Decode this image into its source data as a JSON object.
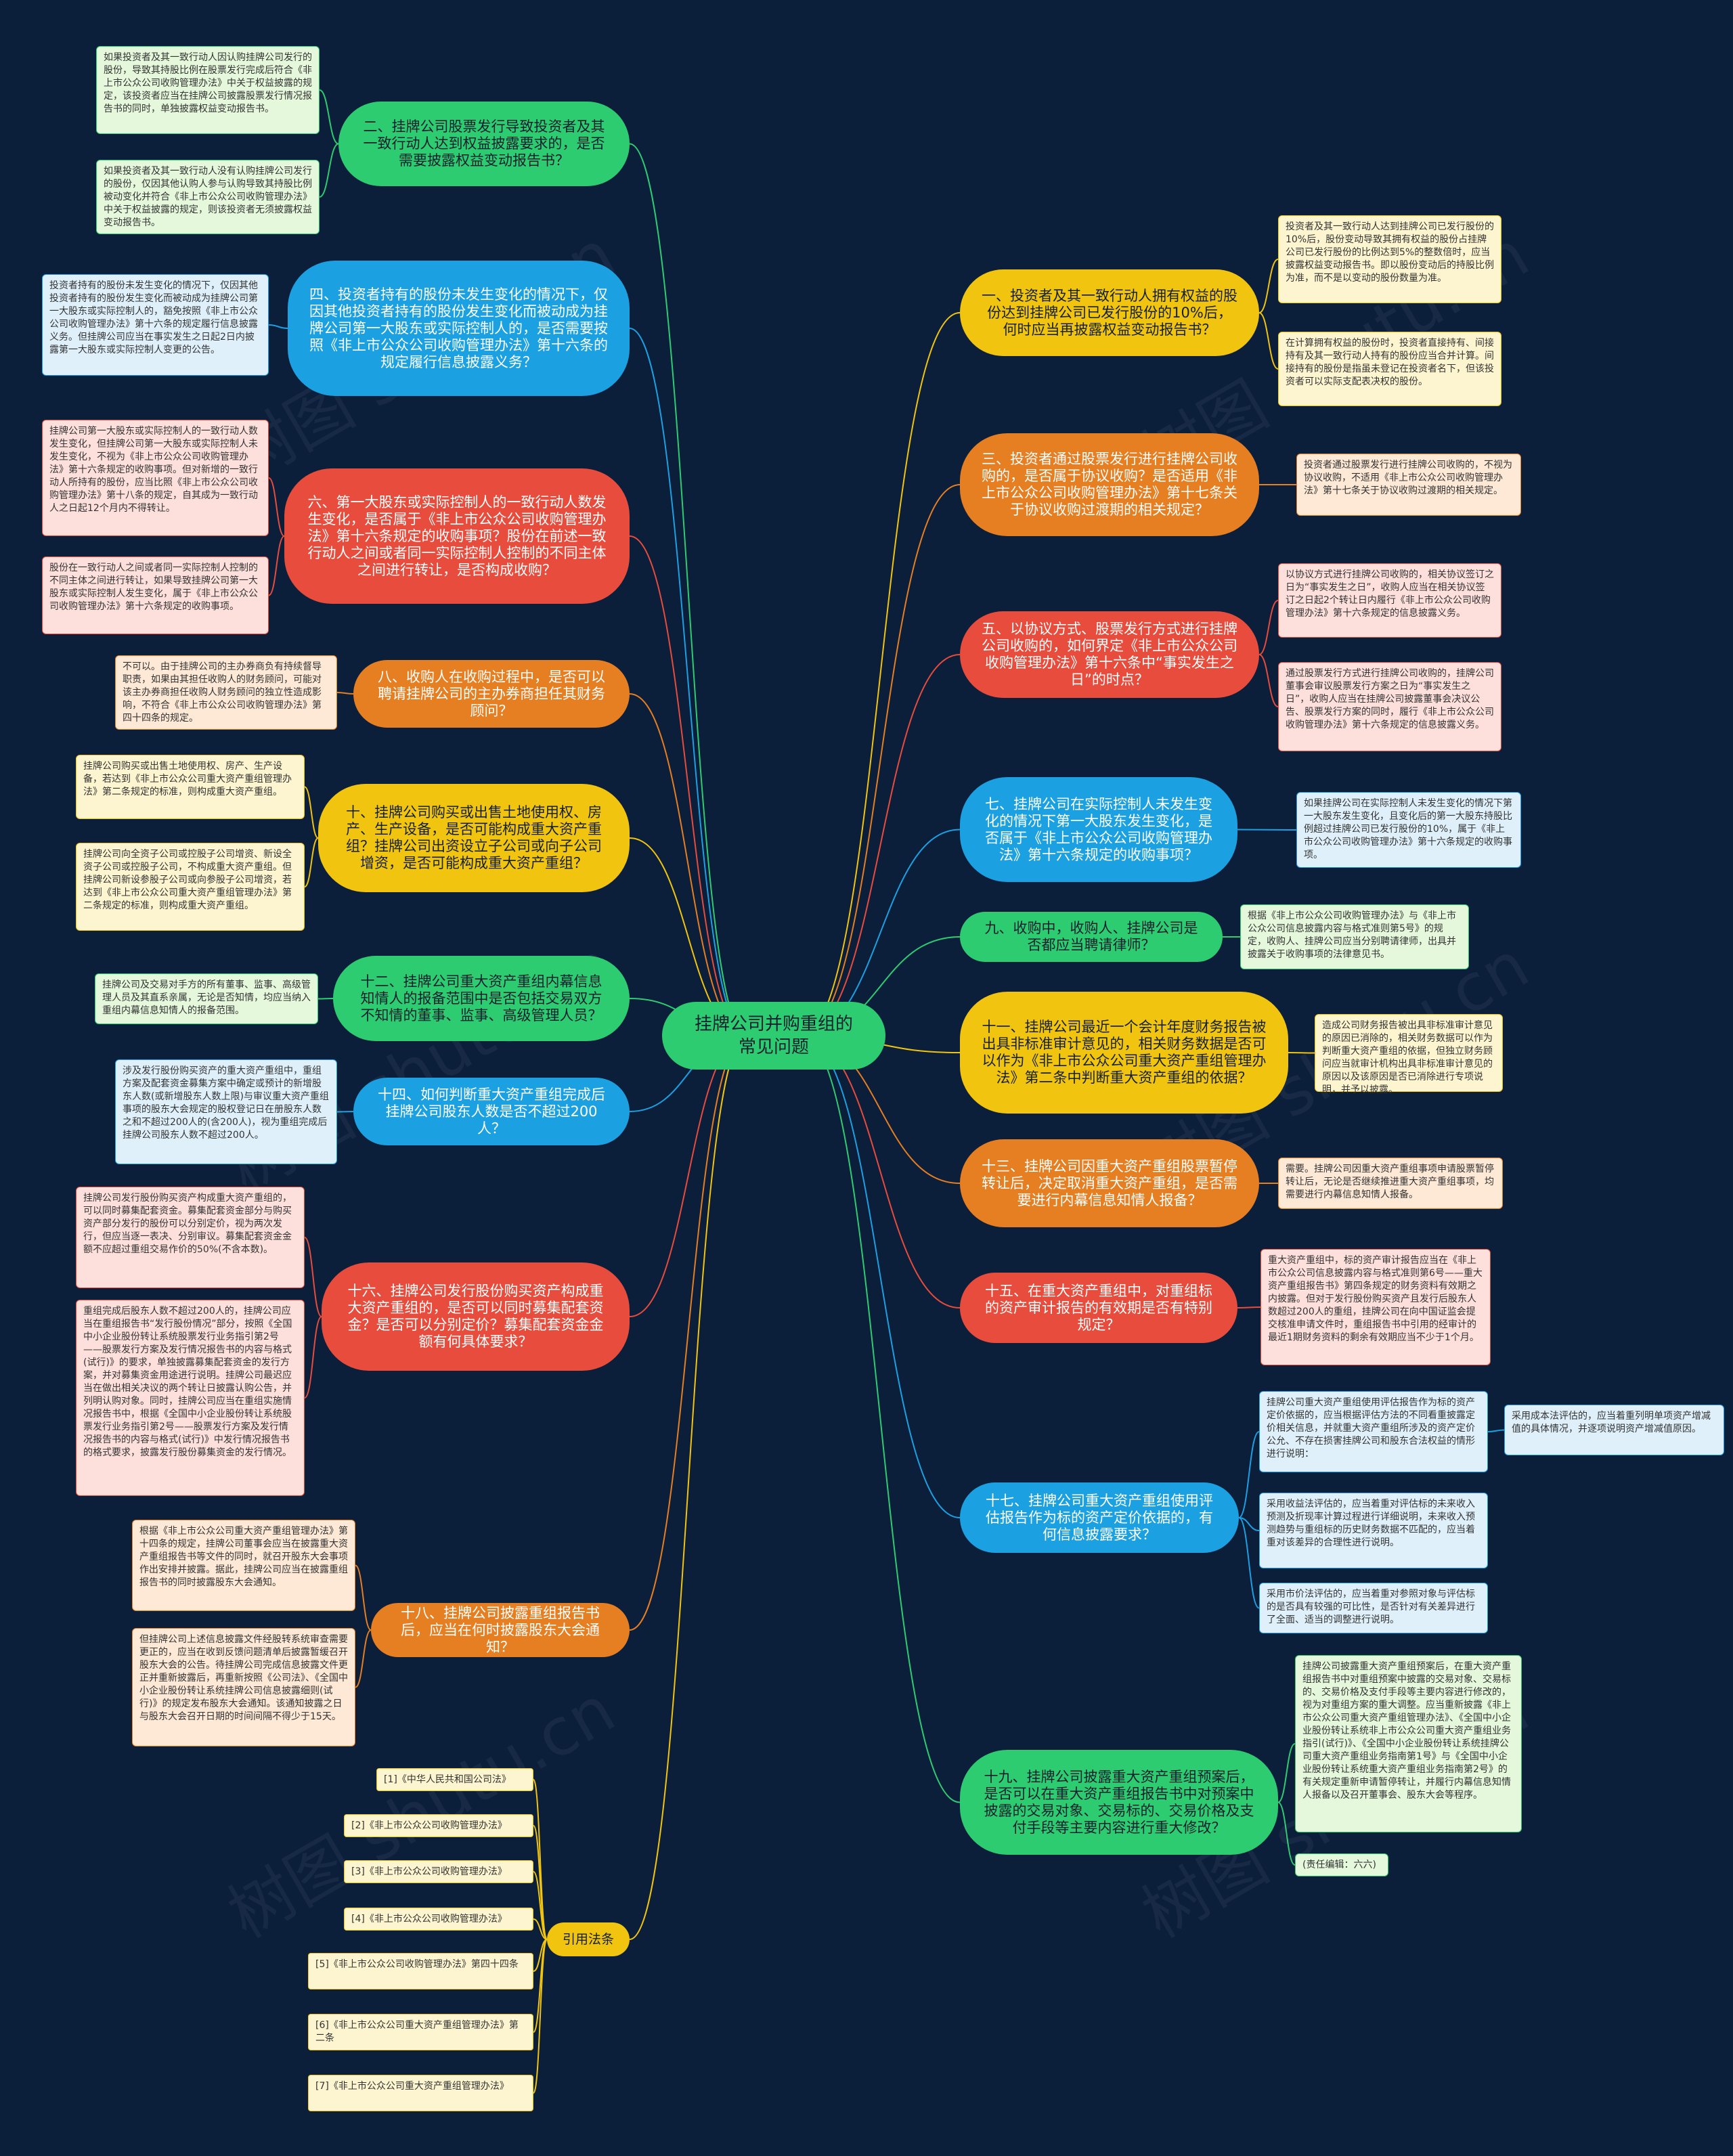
{
  "colors": {
    "background": "#0b1e3a",
    "green": "#2ecc71",
    "blue": "#1ba1e2",
    "red": "#e74c3c",
    "orange": "#e67e22",
    "yellow": "#f1c40f",
    "note_green": "#e6f8dc",
    "note_blue": "#dff0fb",
    "note_red": "#fde0dc",
    "note_orange": "#fde9d6",
    "note_yellow": "#fdf5cf"
  },
  "watermark": "树图 shutu.cn",
  "root": {
    "label": "挂牌公司并购重组的常见问题"
  },
  "left": [
    {
      "text": "二、挂牌公司股票发行导致投资者及其一致行动人达到权益披露要求的，是否需要披露权益变动报告书？",
      "color": "green",
      "notes": [
        "如果投资者及其一致行动人因认购挂牌公司发行的股份，导致其持股比例在股票发行完成后符合《非上市公众公司收购管理办法》中关于权益披露的规定，该投资者应当在挂牌公司披露股票发行情况报告书的同时，单独披露权益变动报告书。",
        "如果投资者及其一致行动人没有认购挂牌公司发行的股份，仅因其他认购人参与认购导致其持股比例被动变化并符合《非上市公众公司收购管理办法》中关于权益披露的规定，则该投资者无须披露权益变动报告书。"
      ]
    },
    {
      "text": "四、投资者持有的股份未发生变化的情况下，仅因其他投资者持有的股份发生变化而被动成为挂牌公司第一大股东或实际控制人的，是否需要按照《非上市公众公司收购管理办法》第十六条的规定履行信息披露义务？",
      "color": "blue",
      "notes": [
        "投资者持有的股份未发生变化的情况下，仅因其他投资者持有的股份发生变化而被动成为挂牌公司第一大股东或实际控制人的，豁免按照《非上市公众公司收购管理办法》第十六条的规定履行信息披露义务。但挂牌公司应当在事实发生之日起2日内披露第一大股东或实际控制人变更的公告。"
      ]
    },
    {
      "text": "六、第一大股东或实际控制人的一致行动人数发生变化，是否属于《非上市公众公司收购管理办法》第十六条规定的收购事项？股份在前述一致行动人之间或者同一实际控制人控制的不同主体之间进行转让，是否构成收购？",
      "color": "red",
      "notes": [
        "挂牌公司第一大股东或实际控制人的一致行动人数发生变化，但挂牌公司第一大股东或实际控制人未发生变化，不视为《非上市公众公司收购管理办法》第十六条规定的收购事项。但对新增的一致行动人所持有的股份，应当比照《非上市公众公司收购管理办法》第十八条的规定，自其成为一致行动人之日起12个月内不得转让。",
        "股份在一致行动人之间或者同一实际控制人控制的不同主体之间进行转让，如果导致挂牌公司第一大股东或实际控制人发生变化，属于《非上市公众公司收购管理办法》第十六条规定的收购事项。"
      ]
    },
    {
      "text": "八、收购人在收购过程中，是否可以聘请挂牌公司的主办券商担任其财务顾问？",
      "color": "orange",
      "notes": [
        "不可以。由于挂牌公司的主办券商负有持续督导职责，如果由其担任收购人的财务顾问，可能对该主办券商担任收购人财务顾问的独立性造成影响，不符合《非上市公众公司收购管理办法》第四十四条的规定。"
      ]
    },
    {
      "text": "十、挂牌公司购买或出售土地使用权、房产、生产设备，是否可能构成重大资产重组？挂牌公司出资设立子公司或向子公司增资，是否可能构成重大资产重组？",
      "color": "yellow",
      "notes": [
        "挂牌公司购买或出售土地使用权、房产、生产设备，若达到《非上市公众公司重大资产重组管理办法》第二条规定的标准，则构成重大资产重组。",
        "挂牌公司向全资子公司或控股子公司增资、新设全资子公司或控股子公司，不构成重大资产重组。但挂牌公司新设参股子公司或向参股子公司增资，若达到《非上市公众公司重大资产重组管理办法》第二条规定的标准，则构成重大资产重组。"
      ]
    },
    {
      "text": "十二、挂牌公司重大资产重组内幕信息知情人的报备范围中是否包括交易双方不知情的董事、监事、高级管理人员？",
      "color": "green",
      "notes": [
        "挂牌公司及交易对手方的所有董事、监事、高级管理人员及其直系亲属，无论是否知情，均应当纳入重组内幕信息知情人的报备范围。"
      ]
    },
    {
      "text": "十四、如何判断重大资产重组完成后挂牌公司股东人数是否不超过200人？",
      "color": "blue",
      "notes": [
        "涉及发行股份购买资产的重大资产重组中，重组方案及配套资金募集方案中确定或预计的新增股东人数(或新增股东人数上限)与审议重大资产重组事项的股东大会规定的股权登记日在册股东人数之和不超过200人的(含200人)，视为重组完成后挂牌公司股东人数不超过200人。"
      ]
    },
    {
      "text": "十六、挂牌公司发行股份购买资产构成重大资产重组的，是否可以同时募集配套资金？是否可以分别定价？募集配套资金金额有何具体要求？",
      "color": "red",
      "notes": [
        "挂牌公司发行股份购买资产构成重大资产重组的，可以同时募集配套资金。募集配套资金部分与购买资产部分发行的股份可以分别定价，视为两次发行，但应当逐一表决、分别审议。募集配套资金金额不应超过重组交易作价的50%(不含本数)。",
        "重组完成后股东人数不超过200人的，挂牌公司应当在重组报告书“发行股份情况”部分，按照《全国中小企业股份转让系统股票发行业务指引第2号——股票发行方案及发行情况报告书的内容与格式(试行)》的要求，单独披露募集配套资金的发行方案，并对募集资金用途进行说明。挂牌公司最迟应当在做出相关决议的两个转让日披露认购公告，并列明认购对象。同时，挂牌公司应当在重组实施情况报告书中，根据《全国中小企业股份转让系统股票发行业务指引第2号——股票发行方案及发行情况报告书的内容与格式(试行)》中发行情况报告书的格式要求，披露发行股份募集资金的发行情况。"
      ]
    },
    {
      "text": "十八、挂牌公司披露重组报告书后，应当在何时披露股东大会通知？",
      "color": "orange",
      "notes": [
        "根据《非上市公众公司重大资产重组管理办法》第十四条的规定，挂牌公司董事会应当在披露重大资产重组报告书等文件的同时，就召开股东大会事项作出安排并披露。据此，挂牌公司应当在披露重组报告书的同时披露股东大会通知。",
        "但挂牌公司上述信息披露文件经股转系统审查需要更正的，应当在收到反馈问题清单后披露暂缓召开股东大会的公告。待挂牌公司完成信息披露文件更正并重新披露后，再重新按照《公司法》、《全国中小企业股份转让系统挂牌公司信息披露细则(试行)》的规定发布股东大会通知。该通知披露之日与股东大会召开日期的时间间隔不得少于15天。"
      ]
    },
    {
      "text": "引用法条",
      "color": "yellow",
      "refs": [
        "[1]《中华人民共和国公司法》",
        "[2]《非上市公众公司收购管理办法》",
        "[3]《非上市公众公司收购管理办法》",
        "[4]《非上市公众公司收购管理办法》",
        "[5]《非上市公众公司收购管理办法》第四十四条",
        "[6]《非上市公众公司重大资产重组管理办法》第二条",
        "[7]《非上市公众公司重大资产重组管理办法》"
      ]
    }
  ],
  "right": [
    {
      "text": "一、投资者及其一致行动人拥有权益的股份达到挂牌公司已发行股份的10%后，何时应当再披露权益变动报告书？",
      "color": "yellow",
      "notes": [
        "投资者及其一致行动人达到挂牌公司已发行股份的10%后，股份变动导致其拥有权益的股份占挂牌公司已发行股份的比例达到5%的整数倍时，应当披露权益变动报告书。即以股份变动后的持股比例为准，而不是以变动的股份数量为准。",
        "在计算拥有权益的股份时，投资者直接持有、间接持有及其一致行动人持有的股份应当合并计算。间接持有的股份是指虽未登记在投资者名下，但该投资者可以实际支配表决权的股份。"
      ]
    },
    {
      "text": "三、投资者通过股票发行进行挂牌公司收购的，是否属于协议收购？是否适用《非上市公众公司收购管理办法》第十七条关于协议收购过渡期的相关规定？",
      "color": "orange",
      "notes": [
        "投资者通过股票发行进行挂牌公司收购的，不视为协议收购，不适用《非上市公众公司收购管理办法》第十七条关于协议收购过渡期的相关规定。"
      ]
    },
    {
      "text": "五、以协议方式、股票发行方式进行挂牌公司收购的，如何界定《非上市公众公司收购管理办法》第十六条中“事实发生之日”的时点？",
      "color": "red",
      "notes": [
        "以协议方式进行挂牌公司收购的，相关协议签订之日为“事实发生之日”，收购人应当在相关协议签订之日起2个转让日内履行《非上市公众公司收购管理办法》第十六条规定的信息披露义务。",
        "通过股票发行方式进行挂牌公司收购的，挂牌公司董事会审议股票发行方案之日为“事实发生之日”，收购人应当在挂牌公司披露董事会决议公告、股票发行方案的同时，履行《非上市公众公司收购管理办法》第十六条规定的信息披露义务。"
      ]
    },
    {
      "text": "七、挂牌公司在实际控制人未发生变化的情况下第一大股东发生变化，是否属于《非上市公众公司收购管理办法》第十六条规定的收购事项？",
      "color": "blue",
      "notes": [
        "如果挂牌公司在实际控制人未发生变化的情况下第一大股东发生变化，且变化后的第一大股东持股比例超过挂牌公司已发行股份的10%，属于《非上市公众公司收购管理办法》第十六条规定的收购事项。"
      ]
    },
    {
      "text": "九、收购中，收购人、挂牌公司是否都应当聘请律师？",
      "color": "green",
      "notes": [
        "根据《非上市公众公司收购管理办法》与《非上市公众公司信息披露内容与格式准则第5号》的规定，收购人、挂牌公司应当分别聘请律师，出具并披露关于收购事项的法律意见书。"
      ]
    },
    {
      "text": "十一、挂牌公司最近一个会计年度财务报告被出具非标准审计意见的，相关财务数据是否可以作为《非上市公众公司重大资产重组管理办法》第二条中判断重大资产重组的依据？",
      "color": "yellow",
      "notes": [
        "造成公司财务报告被出具非标准审计意见的原因已消除的，相关财务数据可以作为判断重大资产重组的依据，但独立财务顾问应当就审计机构出具非标准审计意见的原因以及该原因是否已消除进行专项说明，并予以披露。"
      ]
    },
    {
      "text": "十三、挂牌公司因重大资产重组股票暂停转让后，决定取消重大资产重组，是否需要进行内幕信息知情人报备？",
      "color": "orange",
      "notes": [
        "需要。挂牌公司因重大资产重组事项申请股票暂停转让后，无论是否继续推进重大资产重组事项，均需要进行内幕信息知情人报备。"
      ]
    },
    {
      "text": "十五、在重大资产重组中，对重组标的资产审计报告的有效期是否有特别规定？",
      "color": "red",
      "notes": [
        "重大资产重组中，标的资产审计报告应当在《非上市公众公司信息披露内容与格式准则第6号——重大资产重组报告书》第四条规定的财务资料有效期之内披露。但对于发行股份购买资产且发行后股东人数超过200人的重组，挂牌公司在向中国证监会提交核准申请文件时，重组报告书中引用的经审计的最近1期财务资料的剩余有效期应当不少于1个月。"
      ]
    },
    {
      "text": "十七、挂牌公司重大资产重组使用评估报告作为标的资产定价依据的，有何信息披露要求？",
      "color": "blue",
      "notes": [
        "挂牌公司重大资产重组使用评估报告作为标的资产定价依据的，应当根据评估方法的不同看重披露定价相关信息，并就重大资产重组所涉及的资产定价公允、不存在损害挂牌公司和股东合法权益的情形进行说明：",
        "采用收益法评估的，应当着重对评估标的未来收入预测及折现率计算过程进行详细说明，未来收入预测趋势与重组标的历史财务数据不匹配的，应当着重对该差异的合理性进行说明。",
        "采用市价法评估的，应当着重对参照对象与评估标的是否具有较强的可比性，是否针对有关差异进行了全面、适当的调整进行说明。"
      ],
      "sub": "采用成本法评估的，应当着重列明单项资产增减值的具体情况，并逐项说明资产增减值原因。"
    },
    {
      "text": "十九、挂牌公司披露重大资产重组预案后，是否可以在重大资产重组报告书中对预案中披露的交易对象、交易标的、交易价格及支付手段等主要内容进行重大修改？",
      "color": "green",
      "notes": [
        "挂牌公司披露重大资产重组预案后，在重大资产重组报告书中对重组预案中披露的交易对象、交易标的、交易价格及支付手段等主要内容进行修改的，视为对重组方案的重大调整。应当重新披露《非上市公众公司重大资产重组管理办法》、《全国中小企业股份转让系统非上市公众公司重大资产重组业务指引(试行)》、《全国中小企业股份转让系统挂牌公司重大资产重组业务指南第1号》与《全国中小企业股份转让系统重大资产重组业务指南第2号》的有关规定重新申请暂停转让，并履行内幕信息知情人报备以及召开董事会、股东大会等程序。",
        "(责任编辑：六六)"
      ]
    }
  ]
}
